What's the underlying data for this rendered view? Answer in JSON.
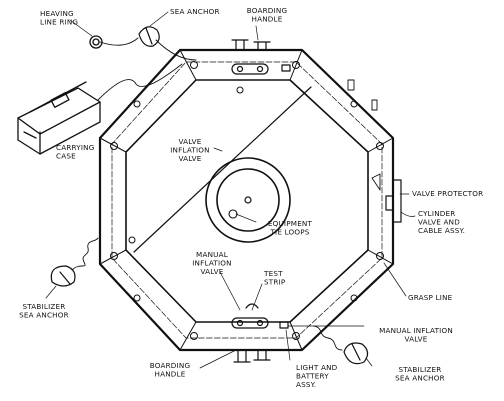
{
  "labels": {
    "heaving_line_ring": [
      "HEAVING",
      "LINE RING"
    ],
    "sea_anchor_top": [
      "SEA ANCHOR"
    ],
    "boarding_handle_top": [
      "BOARDING",
      "HANDLE"
    ],
    "carrying_case": [
      "CARRYING",
      "CASE"
    ],
    "valve_inflation_valve": [
      "VALVE",
      "INFLATION",
      "VALVE"
    ],
    "valve_protector": [
      "VALVE PROTECTOR"
    ],
    "cylinder_valve": [
      "CYLINDER",
      "VALVE AND",
      "CABLE ASSY."
    ],
    "equipment_tie_loops": [
      "EQUIPMENT",
      "TIE LOOPS"
    ],
    "manual_inflation_valve_left": [
      "MANUAL",
      "INFLATION",
      "VALVE"
    ],
    "test_strip": [
      "TEST",
      "STRIP"
    ],
    "grasp_line": [
      "GRASP LINE"
    ],
    "stabilizer_left": [
      "STABILIZER",
      "SEA ANCHOR"
    ],
    "manual_inflation_valve_right": [
      "MANUAL INFLATION",
      "VALVE"
    ],
    "boarding_handle_bottom": [
      "BOARDING",
      "HANDLE"
    ],
    "light_battery": [
      "LIGHT AND",
      "BATTERY",
      "ASSY."
    ],
    "stabilizer_right": [
      "STABILIZER",
      "SEA ANCHOR"
    ]
  }
}
